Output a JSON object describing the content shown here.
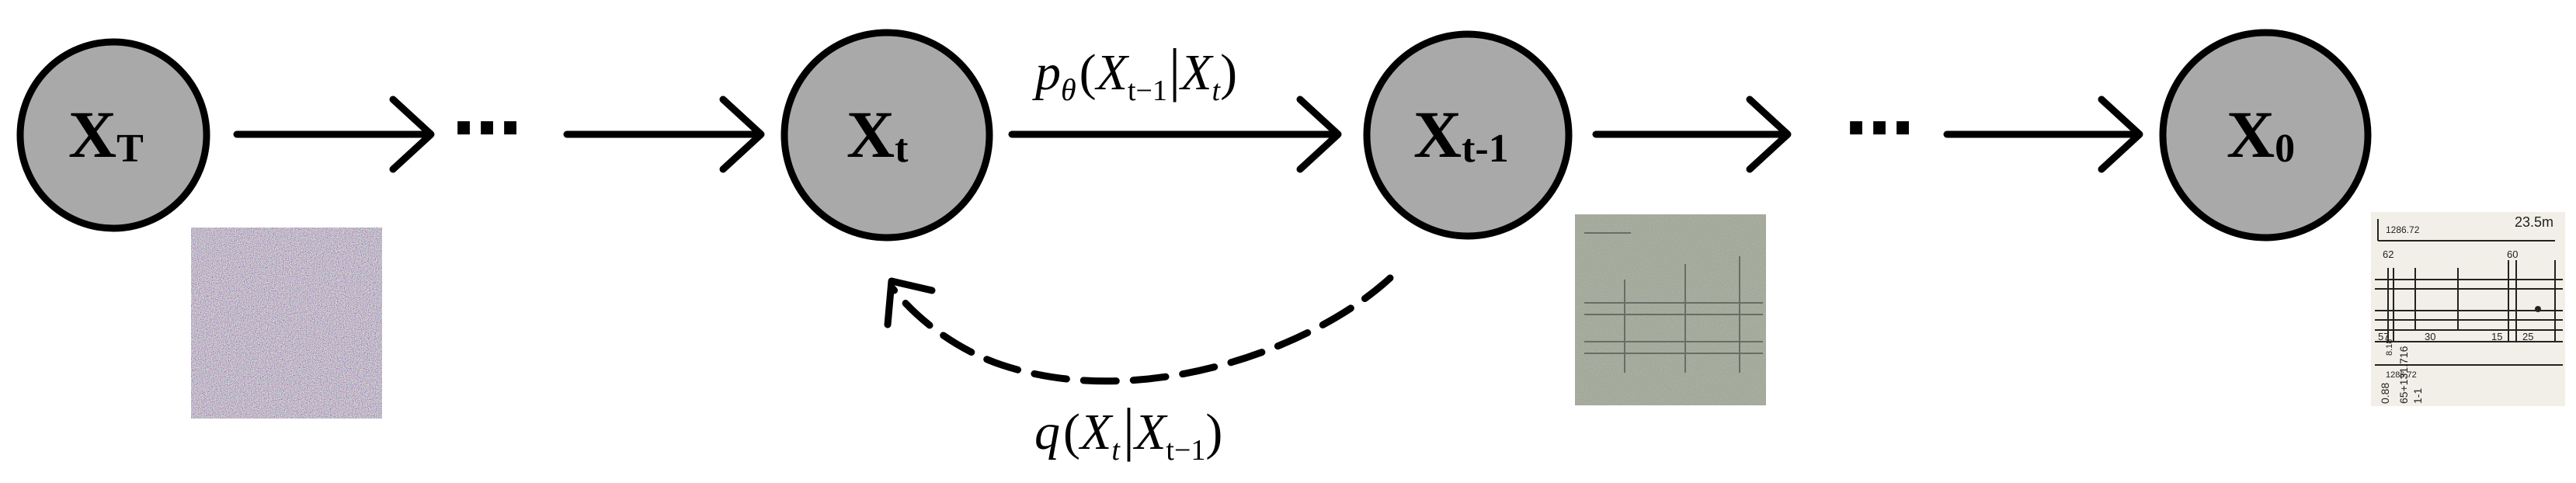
{
  "nodes": [
    {
      "id": "xT",
      "base": "X",
      "sub": "T"
    },
    {
      "id": "xt",
      "base": "X",
      "sub": "t"
    },
    {
      "id": "xt1",
      "base": "X",
      "sub": "t-1"
    },
    {
      "id": "x0",
      "base": "X",
      "sub": "0"
    }
  ],
  "ellipsis": [
    "⋯",
    "⋯"
  ],
  "reverse_label": {
    "fn": "p",
    "fn_sub": "θ",
    "lparen": "(",
    "a": "X",
    "a_sub": "t−1",
    "bar": "|",
    "b": "X",
    "b_sub": "t",
    "rparen": ")"
  },
  "forward_label": {
    "fn": "q",
    "lparen": "(",
    "a": "X",
    "a_sub": "t",
    "bar": "|",
    "b": "X",
    "b_sub": "t−1",
    "rparen": ")"
  },
  "colors": {
    "node_fill": "#a9a9a9",
    "stroke": "#000000"
  },
  "images": {
    "noise": "noise-image",
    "partial": "partially-denoised-drawing",
    "clean": "clean-engineering-drawing",
    "clean_texts": [
      "1286.72",
      "23.5m",
      "62",
      "60",
      "57",
      "30",
      "15",
      "25",
      "1286.72",
      "65+131.716",
      "8.18",
      "1-1",
      "0.88"
    ]
  }
}
